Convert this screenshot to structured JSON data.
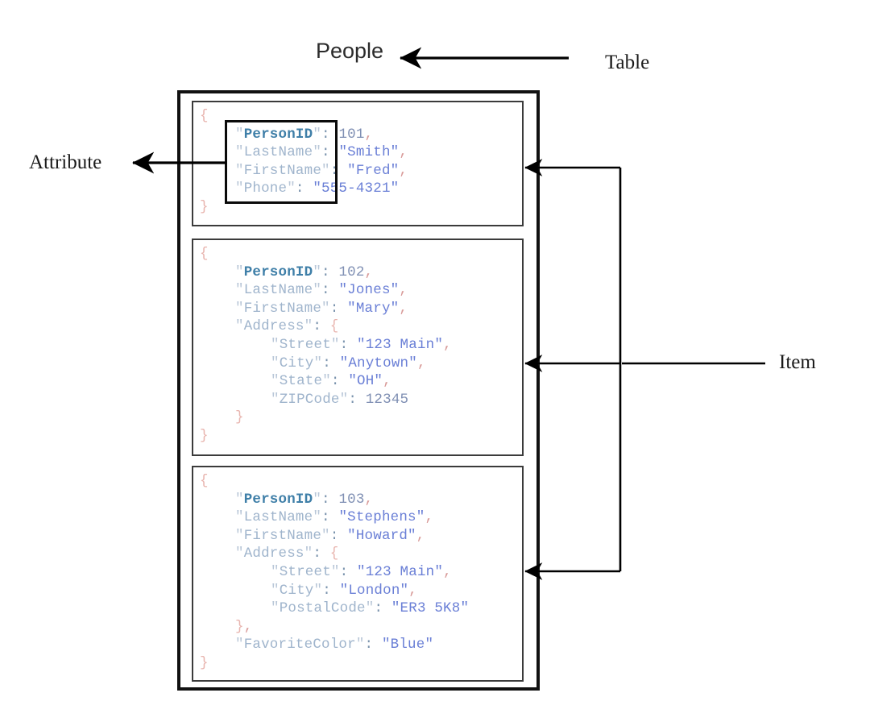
{
  "diagram": {
    "title_label": "People",
    "annotations": {
      "table": "Table",
      "attribute": "Attribute",
      "item": "Item"
    }
  },
  "table": {
    "name": "People",
    "items": [
      {
        "id": 0,
        "lines": [
          {
            "indent": 0,
            "type": "open-brace",
            "text": "{"
          },
          {
            "indent": 1,
            "type": "pair",
            "key": "PersonID",
            "key_style": "primary",
            "value": "101",
            "value_type": "number",
            "trailing": ","
          },
          {
            "indent": 1,
            "type": "pair",
            "key": "LastName",
            "key_style": "normal",
            "value": "\"Smith\"",
            "value_type": "string",
            "trailing": ","
          },
          {
            "indent": 1,
            "type": "pair",
            "key": "FirstName",
            "key_style": "normal",
            "value": "\"Fred\"",
            "value_type": "string",
            "trailing": ","
          },
          {
            "indent": 1,
            "type": "pair",
            "key": "Phone",
            "key_style": "normal",
            "value": "\"555-4321\"",
            "value_type": "string",
            "trailing": ""
          },
          {
            "indent": 0,
            "type": "close-brace",
            "text": "}"
          }
        ]
      },
      {
        "id": 1,
        "lines": [
          {
            "indent": 0,
            "type": "open-brace",
            "text": "{"
          },
          {
            "indent": 1,
            "type": "pair",
            "key": "PersonID",
            "key_style": "primary",
            "value": "102",
            "value_type": "number",
            "trailing": ","
          },
          {
            "indent": 1,
            "type": "pair",
            "key": "LastName",
            "key_style": "normal",
            "value": "\"Jones\"",
            "value_type": "string",
            "trailing": ","
          },
          {
            "indent": 1,
            "type": "pair",
            "key": "FirstName",
            "key_style": "normal",
            "value": "\"Mary\"",
            "value_type": "string",
            "trailing": ","
          },
          {
            "indent": 1,
            "type": "pair",
            "key": "Address",
            "key_style": "normal",
            "value": "{",
            "value_type": "brace",
            "trailing": ""
          },
          {
            "indent": 2,
            "type": "pair",
            "key": "Street",
            "key_style": "normal",
            "value": "\"123 Main\"",
            "value_type": "string",
            "trailing": ","
          },
          {
            "indent": 2,
            "type": "pair",
            "key": "City",
            "key_style": "normal",
            "value": "\"Anytown\"",
            "value_type": "string",
            "trailing": ","
          },
          {
            "indent": 2,
            "type": "pair",
            "key": "State",
            "key_style": "normal",
            "value": "\"OH\"",
            "value_type": "string",
            "trailing": ","
          },
          {
            "indent": 2,
            "type": "pair",
            "key": "ZIPCode",
            "key_style": "normal",
            "value": "12345",
            "value_type": "number",
            "trailing": ""
          },
          {
            "indent": 1,
            "type": "close-brace",
            "text": "}"
          },
          {
            "indent": 0,
            "type": "close-brace",
            "text": "}"
          }
        ]
      },
      {
        "id": 2,
        "lines": [
          {
            "indent": 0,
            "type": "open-brace",
            "text": "{"
          },
          {
            "indent": 1,
            "type": "pair",
            "key": "PersonID",
            "key_style": "primary",
            "value": "103",
            "value_type": "number",
            "trailing": ","
          },
          {
            "indent": 1,
            "type": "pair",
            "key": "LastName",
            "key_style": "normal",
            "value": "\"Stephens\"",
            "value_type": "string",
            "trailing": ","
          },
          {
            "indent": 1,
            "type": "pair",
            "key": "FirstName",
            "key_style": "normal",
            "value": "\"Howard\"",
            "value_type": "string",
            "trailing": ","
          },
          {
            "indent": 1,
            "type": "pair",
            "key": "Address",
            "key_style": "normal",
            "value": "{",
            "value_type": "brace",
            "trailing": ""
          },
          {
            "indent": 2,
            "type": "pair",
            "key": "Street",
            "key_style": "normal",
            "value": "\"123 Main\"",
            "value_type": "string",
            "trailing": ","
          },
          {
            "indent": 2,
            "type": "pair",
            "key": "City",
            "key_style": "normal",
            "value": "\"London\"",
            "value_type": "string",
            "trailing": ","
          },
          {
            "indent": 2,
            "type": "pair",
            "key": "PostalCode",
            "key_style": "normal",
            "value": "\"ER3 5K8\"",
            "value_type": "string",
            "trailing": ""
          },
          {
            "indent": 1,
            "type": "close-brace",
            "text": "}",
            "trailing": ","
          },
          {
            "indent": 1,
            "type": "pair",
            "key": "FavoriteColor",
            "key_style": "normal",
            "value": "\"Blue\"",
            "value_type": "string",
            "trailing": ""
          },
          {
            "indent": 0,
            "type": "close-brace",
            "text": "}"
          }
        ]
      }
    ]
  },
  "colors": {
    "frame": "#111111",
    "item_border": "#3b3b3b",
    "highlight_border": "#0a0a0a",
    "arrow": "#000000",
    "key": "#9fb4cc",
    "key_primary": "#3f7fa8",
    "string_value": "#6a7fd6",
    "number_value": "#7f8fb3",
    "brace": "#e8b4ae",
    "comma": "#d89a98",
    "label_text": "#1a1a1a",
    "background": "#ffffff"
  }
}
